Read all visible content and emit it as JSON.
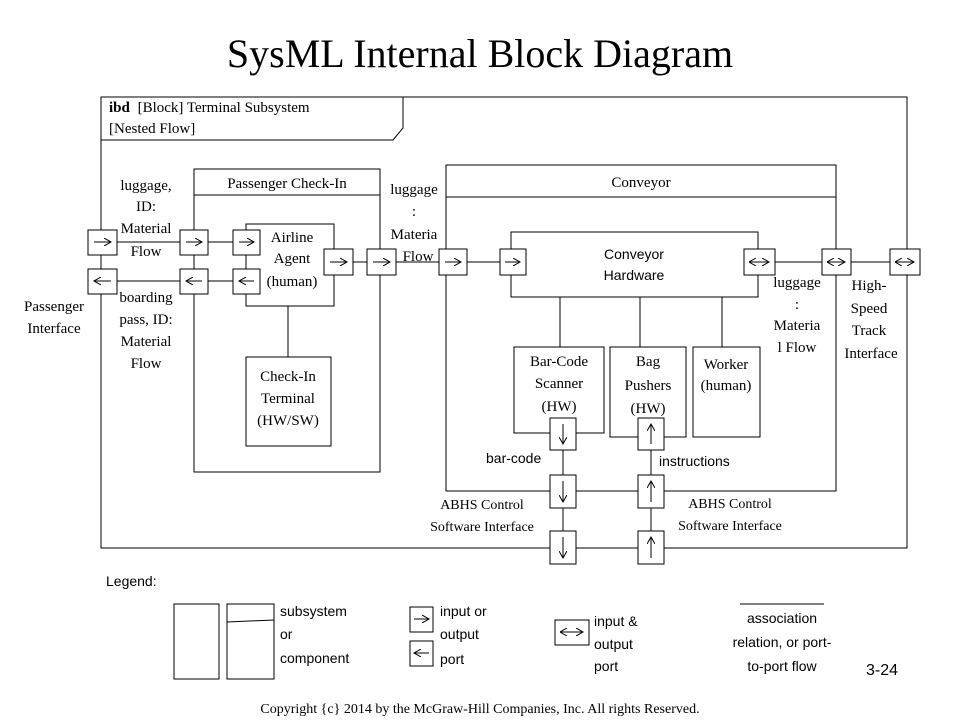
{
  "title": "SysML Internal Block Diagram",
  "frame": {
    "header_line1_bold": "ibd",
    "header_line1_rest": "[Block] Terminal Subsystem",
    "header_line2": "[Nested Flow]"
  },
  "blocks": {
    "passenger_checkin": "Passenger Check-In",
    "airline_agent": [
      "Airline",
      "Agent",
      "(human)"
    ],
    "checkin_terminal": [
      "Check-In",
      "Terminal",
      "(HW/SW)"
    ],
    "conveyor": "Conveyor",
    "conveyor_hardware": [
      "Conveyor",
      "Hardware"
    ],
    "barcode_scanner": [
      "Bar-Code",
      "Scanner",
      "(HW)"
    ],
    "bag_pushers": [
      "Bag",
      "Pushers",
      "(HW)"
    ],
    "worker": [
      "Worker",
      "(human)"
    ]
  },
  "labels": {
    "luggage_in": [
      "luggage,",
      "ID:",
      "Material",
      "Flow"
    ],
    "boarding_pass": [
      "boarding",
      "pass, ID:",
      "Material",
      "Flow"
    ],
    "passenger_interface": [
      "Passenger",
      "Interface"
    ],
    "luggage_mid": [
      "luggage",
      ":",
      "Materia",
      "Flow"
    ],
    "luggage_out": [
      "luggage",
      ":",
      "Materia",
      "l Flow"
    ],
    "high_speed": [
      "High-",
      "Speed",
      "Track",
      "Interface"
    ],
    "barcode": "bar-code",
    "instructions": "instructions",
    "abhs_left": [
      "ABHS Control",
      "Software Interface"
    ],
    "abhs_right": [
      "ABHS Control",
      "Software Interface"
    ]
  },
  "legend": {
    "title": "Legend:",
    "subsystem": [
      "subsystem",
      "or",
      "component"
    ],
    "io_port": [
      "input or",
      "output",
      "port"
    ],
    "inout_port": [
      "input &",
      "output",
      "port"
    ],
    "association": [
      "association",
      "relation, or port-",
      "to-port flow"
    ]
  },
  "page_number": "3-24",
  "copyright": "Copyright {c} 2014 by the McGraw-Hill Companies, Inc. All rights Reserved."
}
